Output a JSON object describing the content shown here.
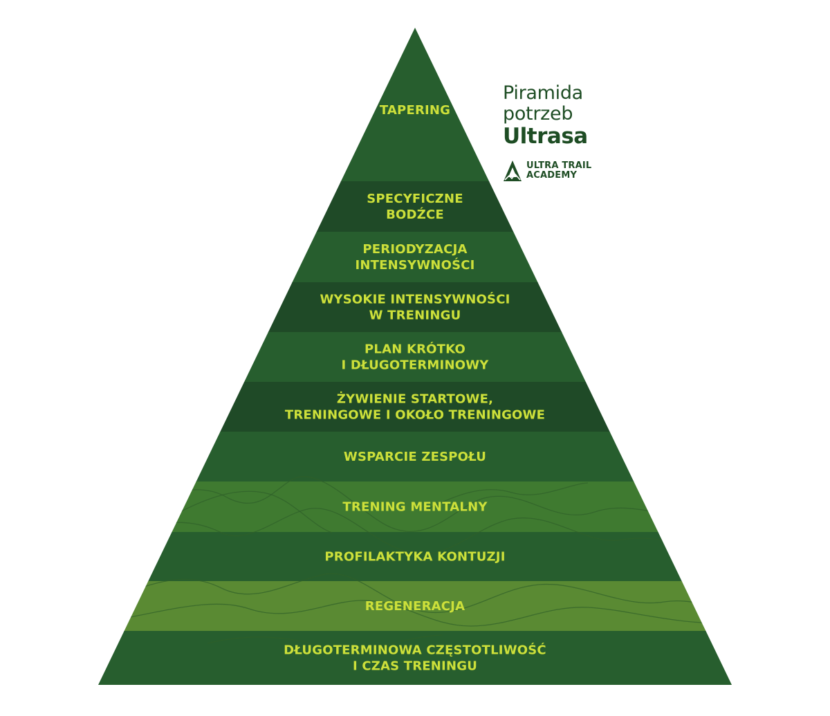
{
  "title": {
    "line1": "Piramida",
    "line2": "potrzeb",
    "line3": "Ultrasa"
  },
  "logo": {
    "line1": "ULTRA TRAIL",
    "line2": "ACADEMY"
  },
  "colors": {
    "label": "#cde03a",
    "title": "#1e4d24",
    "band_dark": "#1f4a27",
    "band_mid": "#275e2e",
    "band_light": "#3f7a30",
    "band_olive": "#5a8a33"
  },
  "levels": [
    {
      "lines": [
        "TAPERING"
      ],
      "shade": "band_mid"
    },
    {
      "lines": [
        "SPECYFICZNE",
        "BODŹCE"
      ],
      "shade": "band_dark"
    },
    {
      "lines": [
        "PERIODYZACJA",
        "INTENSYWNOŚCI"
      ],
      "shade": "band_mid"
    },
    {
      "lines": [
        "WYSOKIE INTENSYWNOŚCI",
        "W TRENINGU"
      ],
      "shade": "band_dark"
    },
    {
      "lines": [
        "PLAN KRÓTKO",
        "I DŁUGOTERMINOWY"
      ],
      "shade": "band_mid"
    },
    {
      "lines": [
        "ŻYWIENIE STARTOWE,",
        "TRENINGOWE I OKOŁO TRENINGOWE"
      ],
      "shade": "band_dark"
    },
    {
      "lines": [
        "WSPARCIE ZESPOŁU"
      ],
      "shade": "band_mid"
    },
    {
      "lines": [
        "TRENING MENTALNY"
      ],
      "shade": "band_light"
    },
    {
      "lines": [
        "PROFILAKTYKA KONTUZJI"
      ],
      "shade": "band_mid"
    },
    {
      "lines": [
        "REGENERACJA"
      ],
      "shade": "band_olive"
    },
    {
      "lines": [
        "DŁUGOTERMINOWA CZĘSTOTLIWOŚĆ",
        "I CZAS TRENINGU"
      ],
      "shade": "band_mid"
    }
  ]
}
